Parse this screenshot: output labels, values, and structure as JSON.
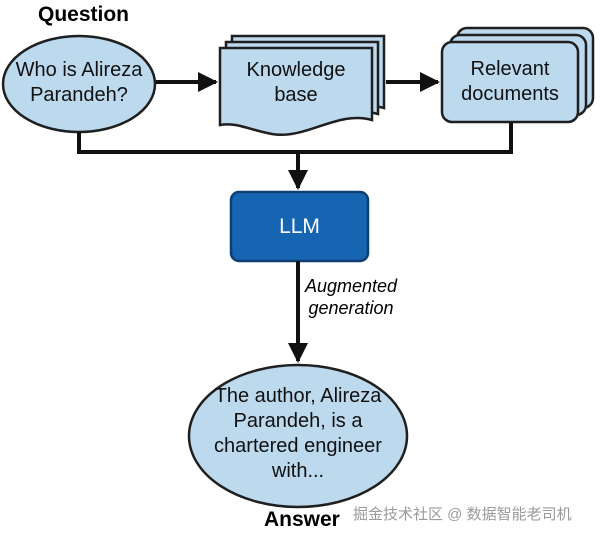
{
  "headings": {
    "question": "Question",
    "answer": "Answer"
  },
  "nodes": {
    "question": {
      "lines": [
        "Who is Alireza",
        "Parandeh?"
      ]
    },
    "knowledge_base": {
      "lines": [
        "Knowledge",
        "base"
      ]
    },
    "relevant_documents": {
      "lines": [
        "Relevant",
        "documents"
      ]
    },
    "llm": {
      "label": "LLM"
    },
    "answer": {
      "lines": [
        "The author, Alireza",
        "Parandeh, is a",
        "chartered engineer",
        "with..."
      ]
    }
  },
  "edge_label": {
    "lines": [
      "Augmented",
      "generation"
    ]
  },
  "watermark": "掘金技术社区 @ 数据智能老司机",
  "colors": {
    "node_fill": "#bcd9ee",
    "node_stroke": "#1f1f1f",
    "llm_fill": "#1665b3",
    "llm_stroke": "#0d3f73",
    "arrow": "#111111"
  }
}
